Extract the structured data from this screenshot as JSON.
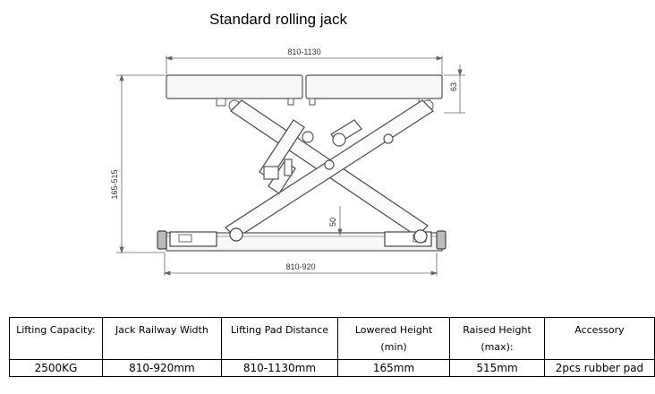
{
  "title": "Standard rolling jack",
  "dimensions": {
    "platform_length": "810-1130",
    "platform_thickness": "63",
    "overall_height": "165-515",
    "base_height": "50",
    "base_length": "810-920"
  },
  "table": {
    "headers": [
      {
        "line1": "Lifting Capacity:",
        "line2": ""
      },
      {
        "line1": "Jack Railway Width",
        "line2": ""
      },
      {
        "line1": "Lifting Pad Distance",
        "line2": ""
      },
      {
        "line1": "Lowered Height",
        "line2": "(min)"
      },
      {
        "line1": "Raised Height",
        "line2": "(max):"
      },
      {
        "line1": "Accessory",
        "line2": ""
      }
    ],
    "row": [
      "2500KG",
      "810-920mm",
      "810-1130mm",
      "165mm",
      "515mm",
      "2pcs rubber pad"
    ]
  }
}
